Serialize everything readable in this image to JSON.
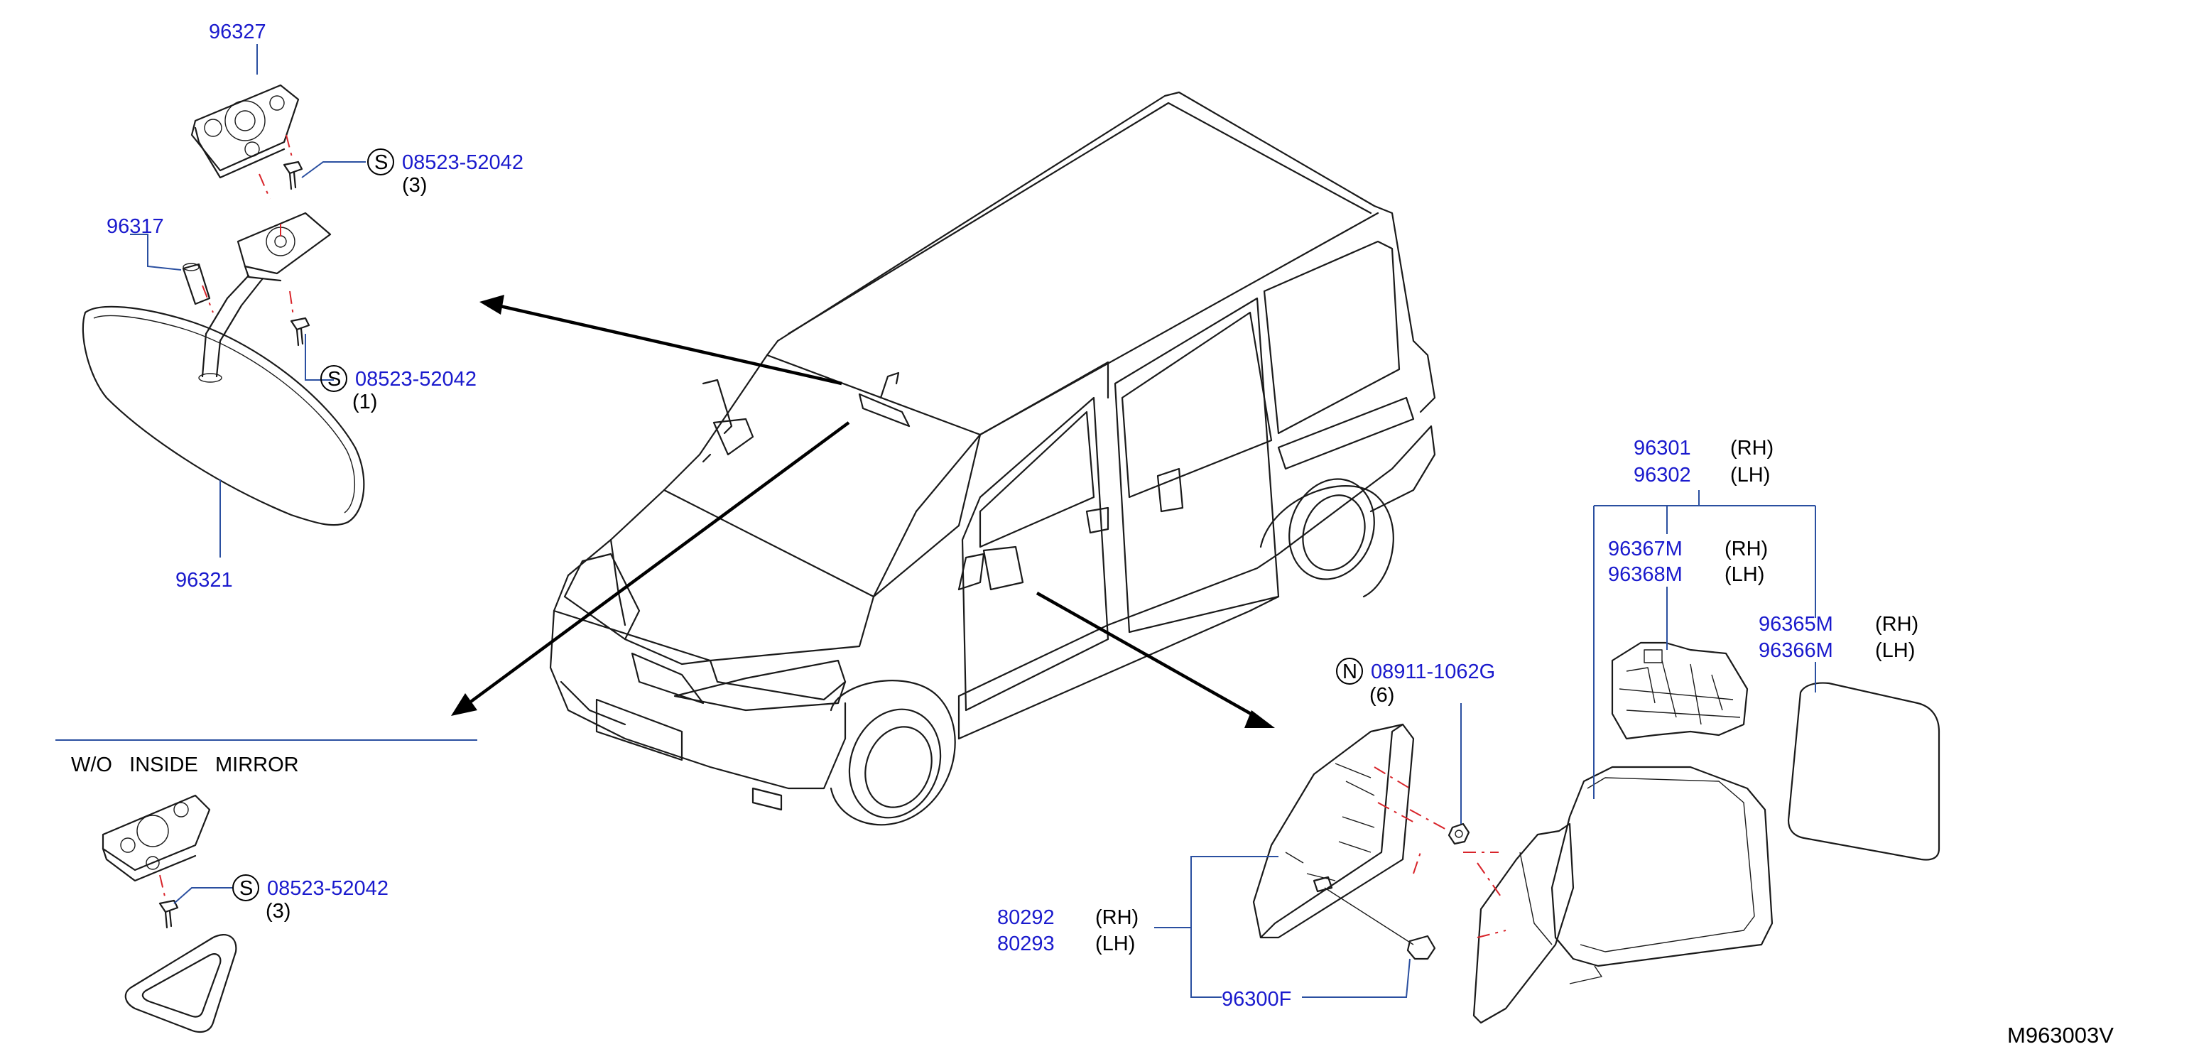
{
  "colors": {
    "part_number": "#1a1acd",
    "leader_line": "#2a4fa0",
    "fastener_line": "#d8242a",
    "drawing": "#1a1a1a"
  },
  "parts": {
    "p96327": "96327",
    "p96317": "96317",
    "p96321": "96321",
    "screw_top": {
      "symbol": "S",
      "number": "08523-52042",
      "qty": "(3)"
    },
    "screw_mid": {
      "symbol": "S",
      "number": "08523-52042",
      "qty": "(1)"
    },
    "screw_wo": {
      "symbol": "S",
      "number": "08523-52042",
      "qty": "(3)"
    },
    "nut": {
      "symbol": "N",
      "number": "08911-1062G",
      "qty": "(6)"
    },
    "p96301": {
      "number": "96301",
      "side": "(RH)"
    },
    "p96302": {
      "number": "96302",
      "side": "(LH)"
    },
    "p96367M": {
      "number": "96367M",
      "side": "(RH)"
    },
    "p96368M": {
      "number": "96368M",
      "side": "(LH)"
    },
    "p96365M": {
      "number": "96365M",
      "side": "(RH)"
    },
    "p96366M": {
      "number": "96366M",
      "side": "(LH)"
    },
    "p80292": {
      "number": "80292",
      "side": "(RH)"
    },
    "p80293": {
      "number": "80293",
      "side": "(LH)"
    },
    "p96300F": "96300F"
  },
  "section_title": "W/O   INSIDE   MIRROR",
  "diagram_code": "M963003V",
  "icons": [
    "screw-symbol-icon",
    "nut-symbol-icon",
    "arrow-icon"
  ]
}
